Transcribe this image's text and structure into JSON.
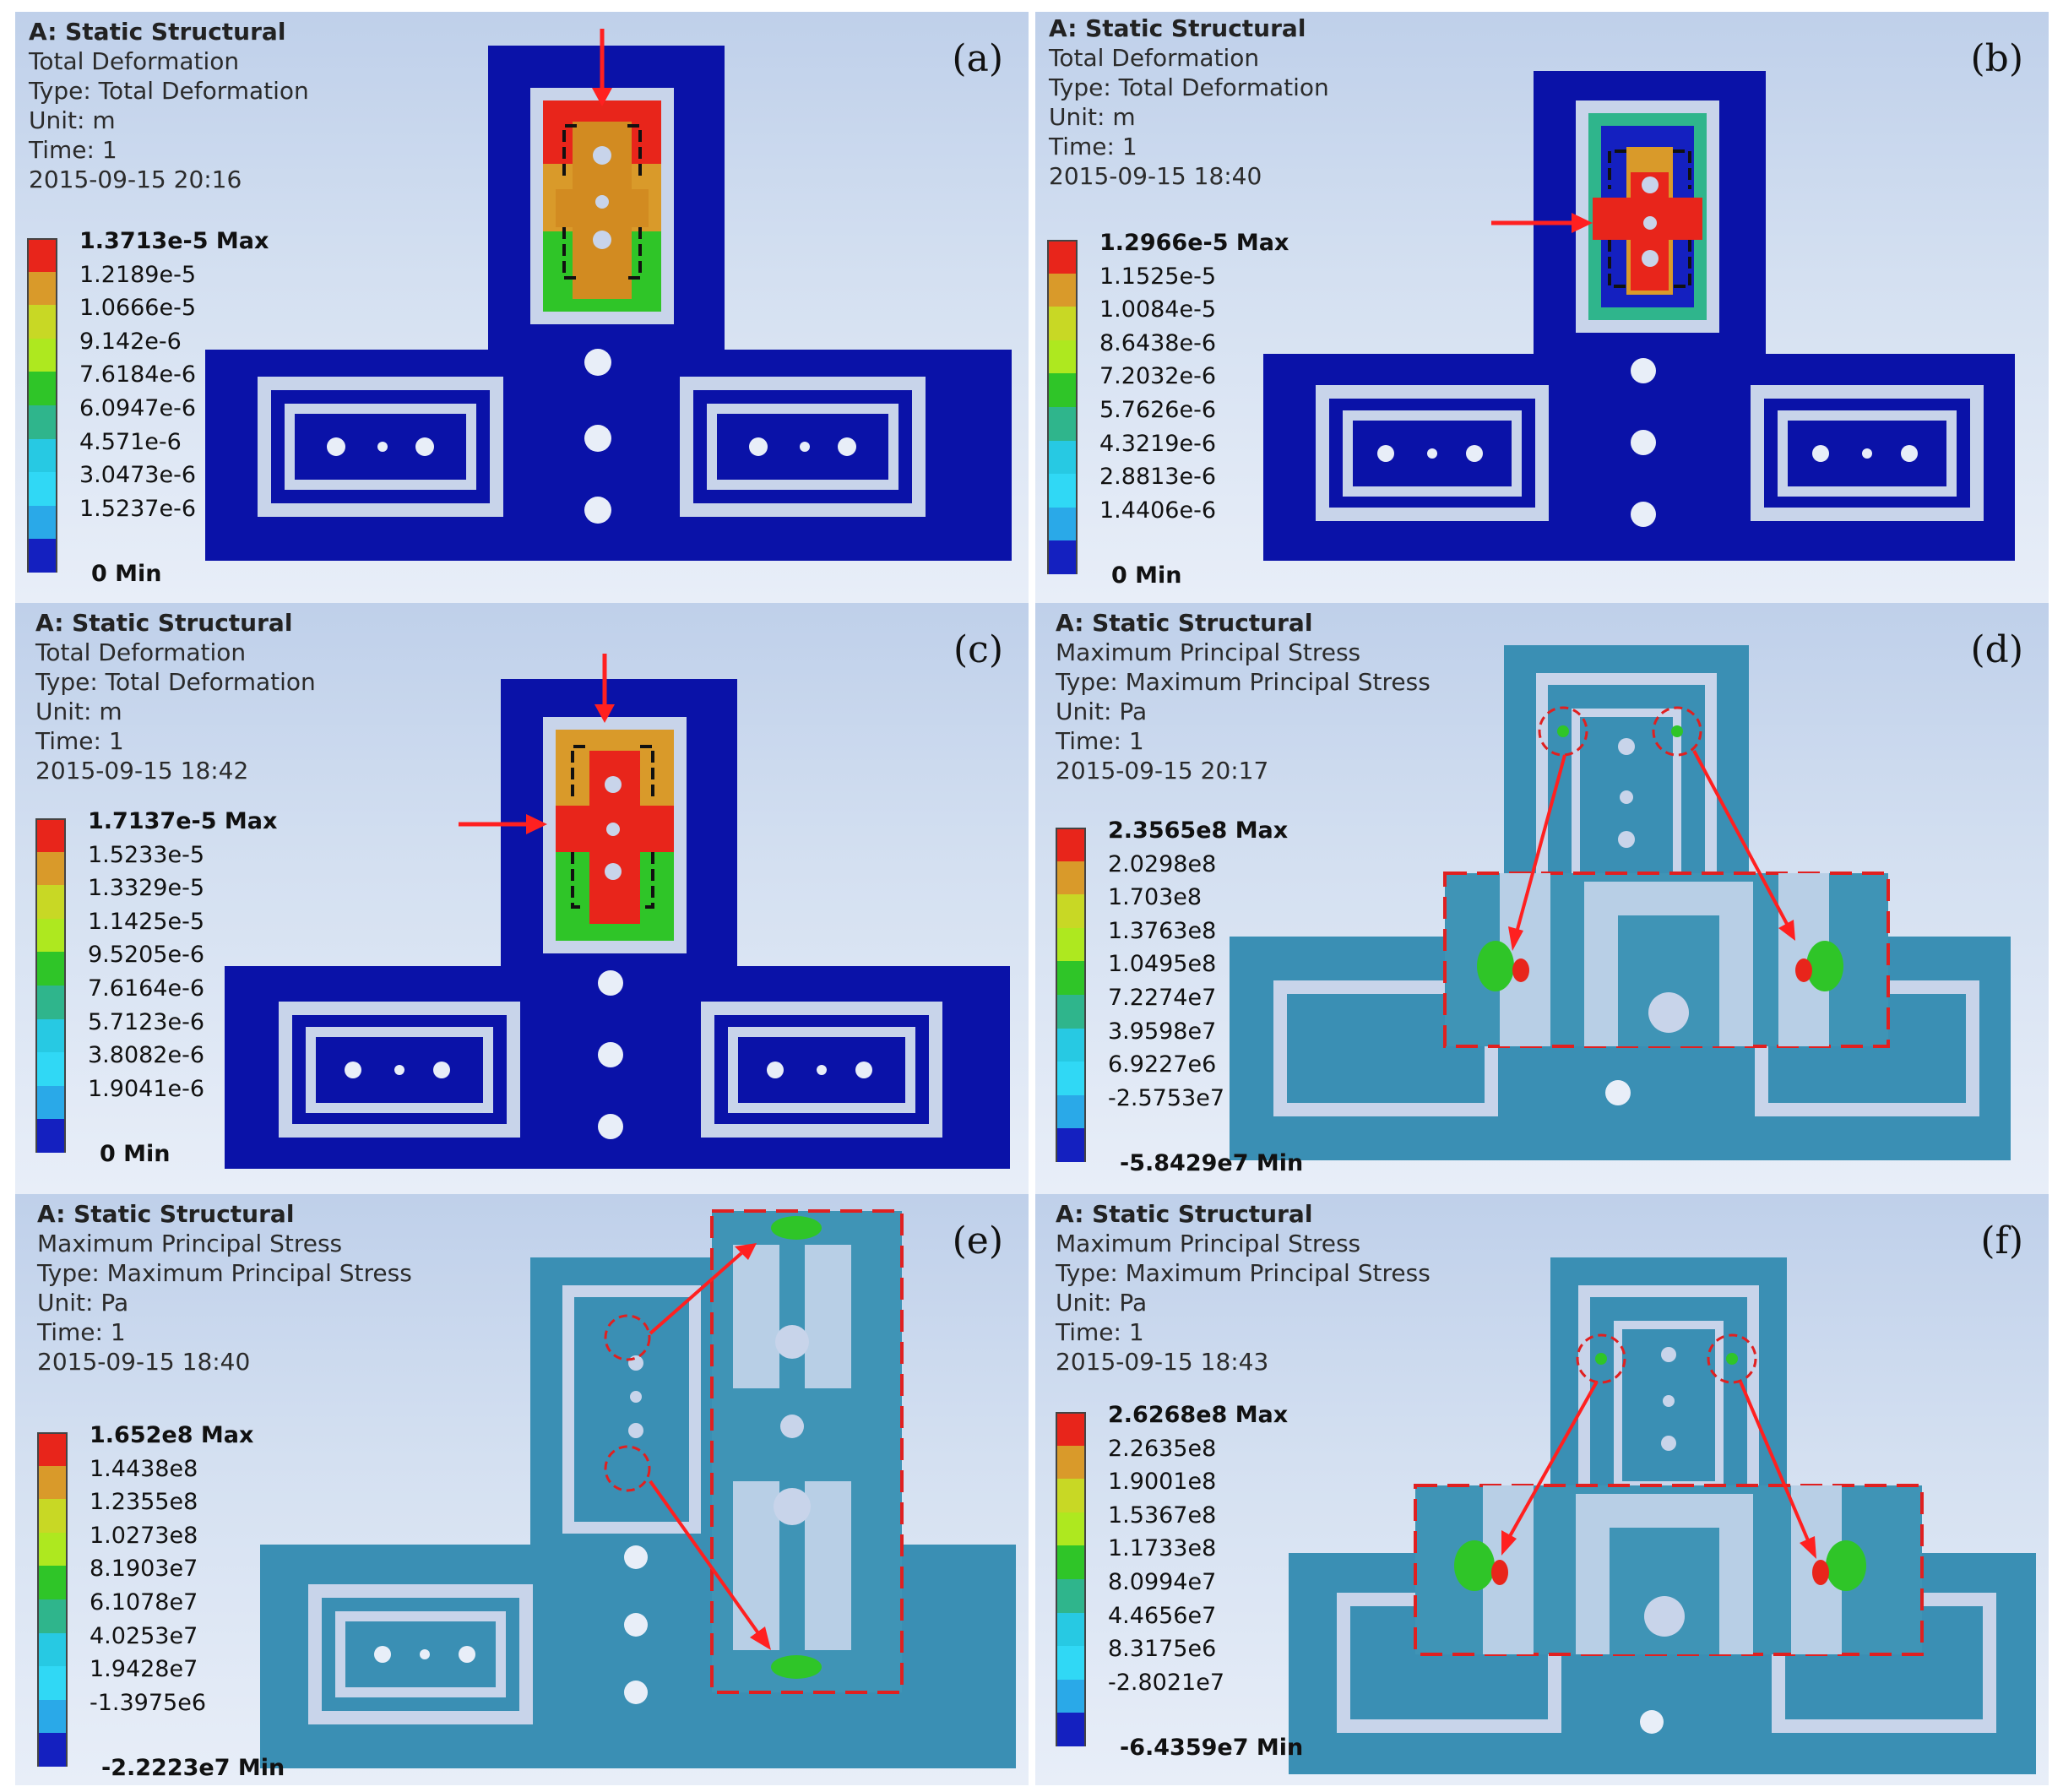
{
  "colors": {
    "bg_dark_blue": "#0a12a8",
    "bg_stress_teal": "#3a8fb4",
    "slot_light": "#c8d4ea",
    "arrow_red": "#ff2020",
    "legend_deformation": [
      "#e8251b",
      "#d99a2a",
      "#c8d825",
      "#aee81f",
      "#2fc528",
      "#2fb58c",
      "#27c9e3",
      "#30d8f5",
      "#2aa9e8",
      "#1420c0"
    ],
    "legend_stress": [
      "#e8251b",
      "#d99a2a",
      "#c8d825",
      "#aee81f",
      "#2fc528",
      "#2fb58c",
      "#27c9e3",
      "#30d8f5",
      "#2aa9e8",
      "#1420c0"
    ]
  },
  "panels": [
    {
      "letter": "(a)",
      "title": "A: Static Structural",
      "result": "Total Deformation",
      "type": "Type: Total Deformation",
      "unit": "Unit: m",
      "time": "Time: 1",
      "date": "2015-09-15 20:16",
      "legend": [
        "1.3713e-5 Max",
        "1.2189e-5",
        "1.0666e-5",
        "9.142e-6",
        "7.6184e-6",
        "6.0947e-6",
        "4.571e-6",
        "3.0473e-6",
        "1.5237e-6"
      ],
      "legend_end": "0 Min"
    },
    {
      "letter": "(b)",
      "title": "A: Static Structural",
      "result": "Total Deformation",
      "type": "Type: Total Deformation",
      "unit": "Unit: m",
      "time": "Time: 1",
      "date": "2015-09-15 18:40",
      "legend": [
        "1.2966e-5 Max",
        "1.1525e-5",
        "1.0084e-5",
        "8.6438e-6",
        "7.2032e-6",
        "5.7626e-6",
        "4.3219e-6",
        "2.8813e-6",
        "1.4406e-6"
      ],
      "legend_end": "0 Min"
    },
    {
      "letter": "(c)",
      "title": "A: Static Structural",
      "result": "Total Deformation",
      "type": "Type: Total Deformation",
      "unit": "Unit: m",
      "time": "Time: 1",
      "date": "2015-09-15 18:42",
      "legend": [
        "1.7137e-5 Max",
        "1.5233e-5",
        "1.3329e-5",
        "1.1425e-5",
        "9.5205e-6",
        "7.6164e-6",
        "5.7123e-6",
        "3.8082e-6",
        "1.9041e-6"
      ],
      "legend_end": "0 Min"
    },
    {
      "letter": "(d)",
      "title": "A: Static Structural",
      "result": "Maximum Principal Stress",
      "type": "Type: Maximum Principal Stress",
      "unit": "Unit: Pa",
      "time": "Time: 1",
      "date": "2015-09-15 20:17",
      "legend": [
        "2.3565e8 Max",
        "2.0298e8",
        "1.703e8",
        "1.3763e8",
        "1.0495e8",
        "7.2274e7",
        "3.9598e7",
        "6.9227e6",
        "-2.5753e7"
      ],
      "legend_end": "-5.8429e7 Min"
    },
    {
      "letter": "(e)",
      "title": "A: Static Structural",
      "result": "Maximum Principal Stress",
      "type": "Type: Maximum Principal Stress",
      "unit": "Unit: Pa",
      "time": "Time: 1",
      "date": "2015-09-15 18:40",
      "legend": [
        "1.652e8 Max",
        "1.4438e8",
        "1.2355e8",
        "1.0273e8",
        "8.1903e7",
        "6.1078e7",
        "4.0253e7",
        "1.9428e7",
        "-1.3975e6"
      ],
      "legend_end": "-2.2223e7 Min"
    },
    {
      "letter": "(f)",
      "title": "A: Static Structural",
      "result": "Maximum Principal Stress",
      "type": "Type: Maximum Principal Stress",
      "unit": "Unit: Pa",
      "time": "Time: 1",
      "date": "2015-09-15 18:43",
      "legend": [
        "2.6268e8 Max",
        "2.2635e8",
        "1.9001e8",
        "1.5367e8",
        "1.1733e8",
        "8.0994e7",
        "4.4656e7",
        "8.3175e6",
        "-2.8021e7"
      ],
      "legend_end": "-6.4359e7 Min"
    }
  ]
}
